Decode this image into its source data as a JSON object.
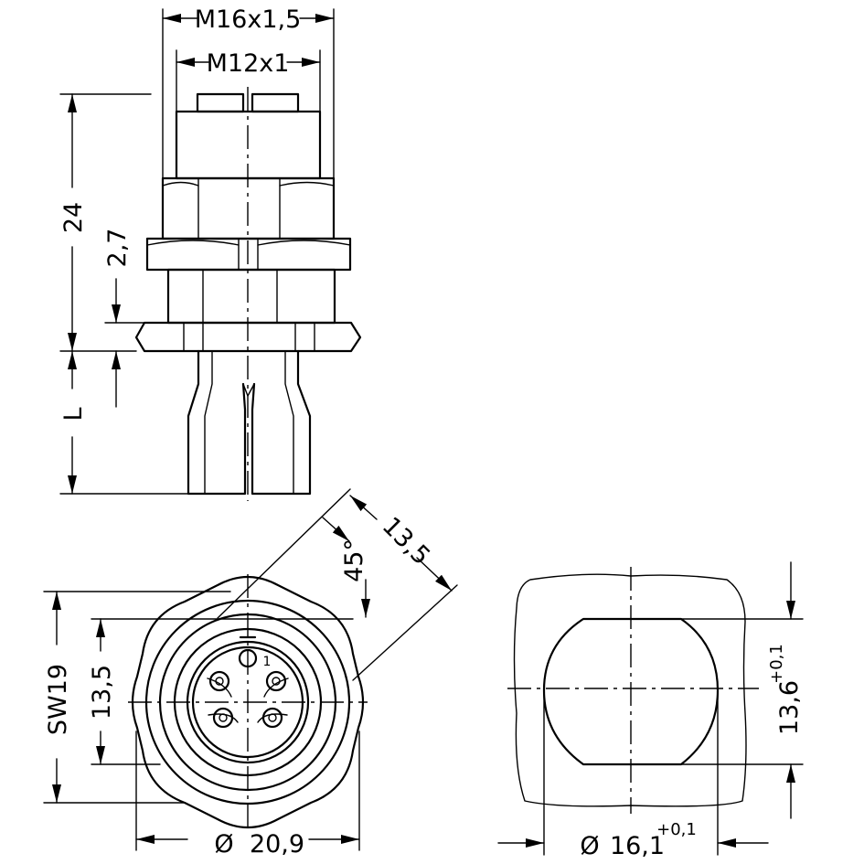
{
  "dimensions": {
    "thread_outer": "M16x1,5",
    "thread_inner": "M12x1",
    "height": "24",
    "nut_thickness": "2,7",
    "cable_length": "L",
    "angle": "45°",
    "flat_diag": "13,5",
    "wrench_size": "SW19",
    "flat_height": "13,5",
    "flange_diameter_symbol": "Ø",
    "flange_diameter": "20,9",
    "cutout_diameter_symbol": "Ø",
    "cutout_diameter": "16,1",
    "cutout_diameter_tol": "+0,1",
    "cutout_height": "13,6",
    "cutout_height_tol": "+0,1"
  },
  "pins": {
    "pin1": "1"
  }
}
